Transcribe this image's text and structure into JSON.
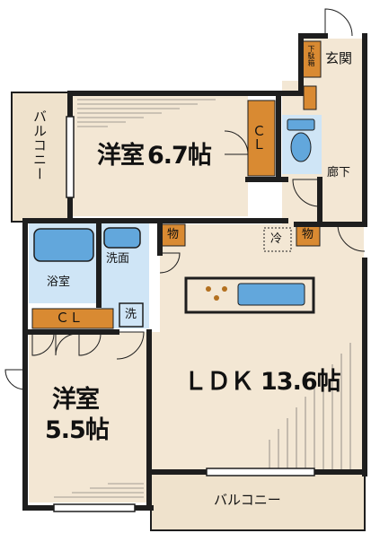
{
  "floorplan": {
    "rooms": {
      "western_room_1": {
        "name": "洋室",
        "size": "6.7帖"
      },
      "western_room_2": {
        "name": "洋室",
        "size": "5.5帖"
      },
      "ldk": {
        "name": "ＬＤＫ",
        "size": "13.6帖"
      }
    },
    "labels": {
      "balcony_side": "バルコニー",
      "balcony_bottom": "バルコニー",
      "entrance": "玄関",
      "shoe_box": "下駄箱",
      "corridor": "廊下",
      "bath": "浴室",
      "washroom": "洗面",
      "washer": "洗",
      "closet_upper": "ＣＬ",
      "closet_lower": "ＣＬ",
      "storage_1": "物",
      "storage_2": "物",
      "fridge": "冷"
    },
    "colors": {
      "wall": "#1e1e1e",
      "room_fill": "#f3e7d4",
      "wet_area_fill": "#cfe5f6",
      "fixture_blue": "#62a7dc",
      "storage_fill": "#d98a32",
      "balcony_fill": "#efe2cc",
      "kitchen_dots": "#b3701f"
    }
  }
}
